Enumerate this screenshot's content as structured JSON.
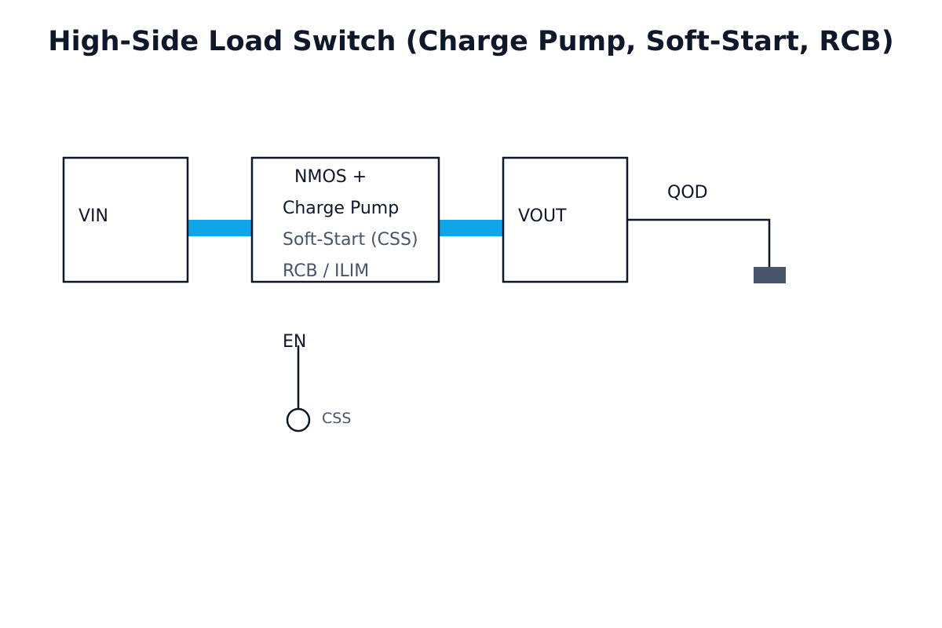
{
  "title": "High-Side Load Switch (Charge Pump, Soft-Start, RCB)",
  "blocks": {
    "vin": {
      "label": "VIN"
    },
    "switch": {
      "line1": "NMOS +",
      "line2": "Charge Pump",
      "line3": "Soft-Start (CSS)",
      "line4": "RCB / ILIM"
    },
    "vout": {
      "label": "VOUT"
    }
  },
  "labels": {
    "qod": "QOD",
    "en": "EN",
    "css": "CSS"
  },
  "colors": {
    "ink": "#0f172a",
    "muted": "#475569",
    "power_path": "#0ea5e9",
    "ground": "#475569"
  }
}
